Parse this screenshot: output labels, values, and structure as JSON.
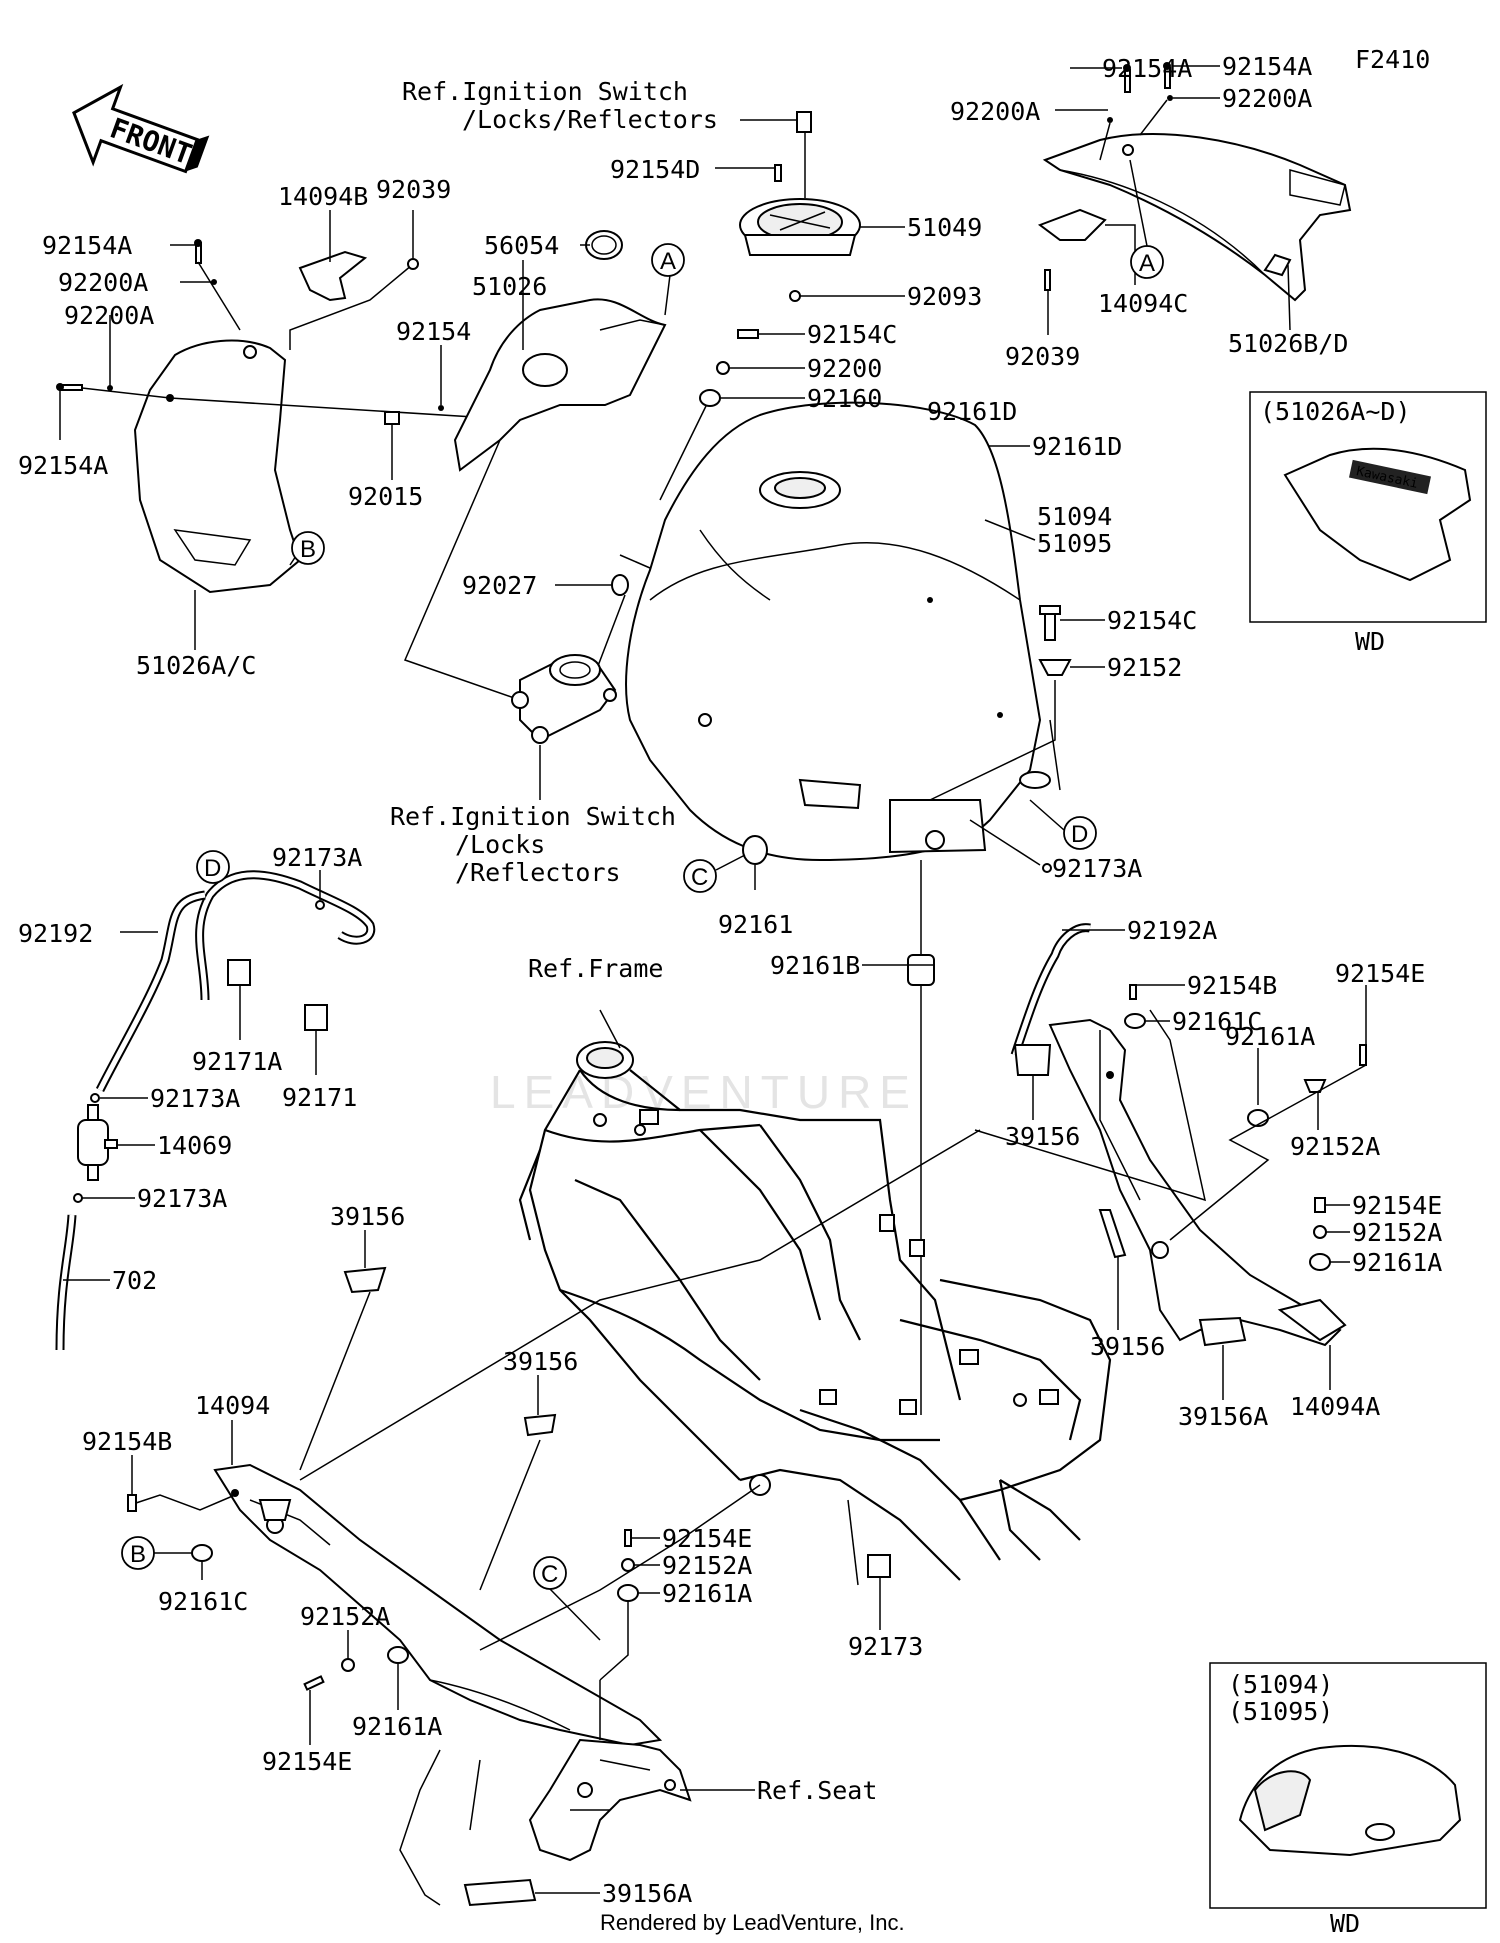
{
  "figure_code": "F2410",
  "footer": "Rendered by LeadVenture, Inc.",
  "watermark": "LEADVENTURE",
  "front_label": "FRONT",
  "inset_tank_cover": {
    "header": "(51026A~D)",
    "badge": "Kawasaki",
    "caption": "WD"
  },
  "inset_fuel_tank": {
    "header_line1": "(51094)",
    "header_line2": "(51095)",
    "caption": "WD"
  },
  "callouts": {
    "A": "A",
    "B": "B",
    "C": "C",
    "D": "D"
  },
  "labels": {
    "ref_ignition_top_1": "Ref.Ignition Switch",
    "ref_ignition_top_2": "/Locks/Reflectors",
    "ref_ignition_mid_1": "Ref.Ignition Switch",
    "ref_ignition_mid_2": "/Locks",
    "ref_ignition_mid_3": "/Reflectors",
    "ref_frame": "Ref.Frame",
    "ref_seat": "Ref.Seat",
    "p92154A_tl": "92154A",
    "p92200A_tl": "92200A",
    "p92200A_l2": "92200A",
    "p92154A_l2": "92154A",
    "p14094B": "14094B",
    "p92039_l": "92039",
    "p56054": "56054",
    "p51026": "51026",
    "p92154": "92154",
    "p92015": "92015",
    "p51026AC": "51026A/C",
    "p92154D": "92154D",
    "p51049": "51049",
    "p92093": "92093",
    "p92154C_t": "92154C",
    "p92200": "92200",
    "p92160": "92160",
    "p92161D_1": "92161D",
    "p92161D_2": "92161D",
    "p51094": "51094",
    "p51095": "51095",
    "p92027": "92027",
    "p92154C_r": "92154C",
    "p92152": "92152",
    "p92154A_tr1": "92154A",
    "p92154A_tr2": "92154A",
    "p92200A_tr1": "92200A",
    "p92200A_tr2": "92200A",
    "p14094C": "14094C",
    "p92039_r": "92039",
    "p51026BD": "51026B/D",
    "p92173A_1": "92173A",
    "p92192": "92192",
    "p92171A": "92171A",
    "p92171": "92171",
    "p92173A_2": "92173A",
    "p14069": "14069",
    "p92173A_3": "92173A",
    "p702": "702",
    "p92161": "92161",
    "p92161B": "92161B",
    "p92173A_4": "92173A",
    "p92192A": "92192A",
    "p92154B_r": "92154B",
    "p92161C_r": "92161C",
    "p92154E_r1": "92154E",
    "p92161A_r1": "92161A",
    "p92152A_r1": "92152A",
    "p39156_r1": "39156",
    "p92154E_r2": "92154E",
    "p92152A_r2": "92152A",
    "p92161A_r2": "92161A",
    "p39156_r2": "39156",
    "p39156A_r": "39156A",
    "p14094A": "14094A",
    "p39156_l1": "39156",
    "p14094": "14094",
    "p92154B_l": "92154B",
    "p92161C_l": "92161C",
    "p39156_l2": "39156",
    "p92154E_c": "92154E",
    "p92152A_c": "92152A",
    "p92161A_c": "92161A",
    "p92173": "92173",
    "p92152A_l": "92152A",
    "p92161A_l": "92161A",
    "p92154E_l": "92154E",
    "p39156A_l": "39156A"
  }
}
